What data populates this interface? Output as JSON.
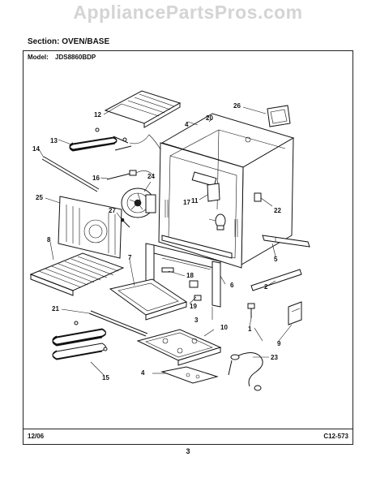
{
  "watermark": "AppliancePartsPros.com",
  "section": "Section:  OVEN/BASE",
  "model_label": "Model:",
  "model_value": "JDS8860BDP",
  "footer": {
    "date": "12/06",
    "code": "C12-573"
  },
  "page_number": "3",
  "callouts": [
    "1",
    "2",
    "3",
    "4",
    "4",
    "5",
    "6",
    "7",
    "8",
    "9",
    "10",
    "11",
    "12",
    "13",
    "14",
    "15",
    "16",
    "17",
    "18",
    "19",
    "20",
    "21",
    "22",
    "23",
    "24",
    "25",
    "26",
    "27"
  ]
}
